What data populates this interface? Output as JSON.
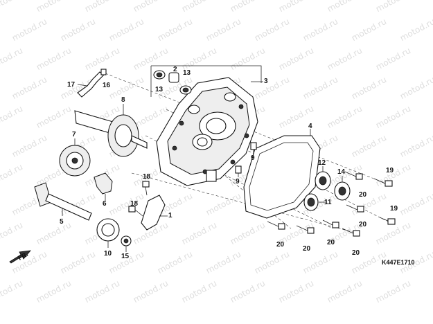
{
  "watermark": {
    "text": "motod.ru"
  },
  "diagram": {
    "code": "K447E1710"
  },
  "orientation": {
    "label": "FR."
  },
  "callouts": [
    {
      "id": "c1",
      "text": "1"
    },
    {
      "id": "c2",
      "text": "2"
    },
    {
      "id": "c3",
      "text": "3"
    },
    {
      "id": "c4",
      "text": "4"
    },
    {
      "id": "c5",
      "text": "5"
    },
    {
      "id": "c6",
      "text": "6"
    },
    {
      "id": "c7",
      "text": "7"
    },
    {
      "id": "c8",
      "text": "8"
    },
    {
      "id": "c9a",
      "text": "9"
    },
    {
      "id": "c9b",
      "text": "9"
    },
    {
      "id": "c10",
      "text": "10"
    },
    {
      "id": "c11",
      "text": "11"
    },
    {
      "id": "c12",
      "text": "12"
    },
    {
      "id": "c13a",
      "text": "13"
    },
    {
      "id": "c13b",
      "text": "13"
    },
    {
      "id": "c14",
      "text": "14"
    },
    {
      "id": "c15",
      "text": "15"
    },
    {
      "id": "c16",
      "text": "16"
    },
    {
      "id": "c17",
      "text": "17"
    },
    {
      "id": "c18a",
      "text": "18"
    },
    {
      "id": "c18b",
      "text": "18"
    },
    {
      "id": "c19a",
      "text": "19"
    },
    {
      "id": "c19b",
      "text": "19"
    },
    {
      "id": "c20a",
      "text": "20"
    },
    {
      "id": "c20b",
      "text": "20"
    },
    {
      "id": "c20c",
      "text": "20"
    },
    {
      "id": "c20d",
      "text": "20"
    },
    {
      "id": "c20e",
      "text": "20"
    },
    {
      "id": "c20f",
      "text": "20"
    }
  ]
}
